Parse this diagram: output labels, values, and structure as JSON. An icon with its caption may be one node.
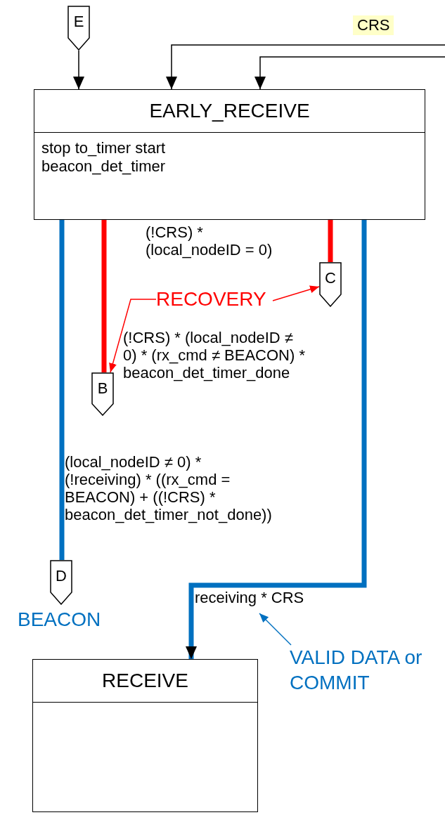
{
  "diagram": {
    "nodes": [
      {
        "text": [
          "E"
        ]
      },
      {
        "text": [
          "EARLY_RECEIVE",
          "stop to_timer start beacon_det_timer"
        ]
      },
      {
        "text": [
          "C"
        ]
      },
      {
        "text": [
          "B"
        ]
      },
      {
        "text": [
          "D"
        ],
        "beside": [
          "BEACON"
        ]
      },
      {
        "text": [
          "RECEIVE"
        ]
      },
      {
        "text": [
          "RECOVERY"
        ]
      },
      {
        "text": [
          "VALID DATA or COMMIT"
        ]
      }
    ],
    "edges": [
      {
        "from": 0,
        "to": 1,
        "arrow": "to",
        "color": "#000000"
      },
      {
        "from": null,
        "to": 1,
        "arrow": "to",
        "color": "#000000"
      },
      {
        "from": null,
        "to": 1,
        "arrow": "to",
        "color": "#000000"
      },
      {
        "from": 1,
        "to": 2,
        "arrow": "none",
        "label": "(!CRS) * (local_nodeID = 0)",
        "style": "thick",
        "color": "#ff0000"
      },
      {
        "from": 1,
        "to": 3,
        "arrow": "none",
        "label": "(!CRS) * (local_nodeID ≠ 0) * (rx_cmd ≠ BEACON) * beacon_det_timer_done",
        "style": "thick",
        "color": "#ff0000"
      },
      {
        "from": 1,
        "to": 4,
        "arrow": "none",
        "label": "(local_nodeID ≠ 0) * (!receiving) * ((rx_cmd = BEACON) + ((!CRS) * beacon_det_timer_not_done))",
        "style": "thick",
        "color": "#0070c0"
      },
      {
        "from": 1,
        "to": 5,
        "arrow": "to",
        "label": "receiving * CRS",
        "style": "thick",
        "color": "#0070c0"
      },
      {
        "from": 6,
        "to": 3,
        "arrow": "to",
        "color": "#ff0000"
      },
      {
        "from": 6,
        "to": 2,
        "arrow": "to",
        "color": "#ff0000"
      },
      {
        "from": 7,
        "to": null,
        "arrow": "to",
        "color": "#0070c0"
      }
    ],
    "labels": [
      "CRS"
    ]
  }
}
